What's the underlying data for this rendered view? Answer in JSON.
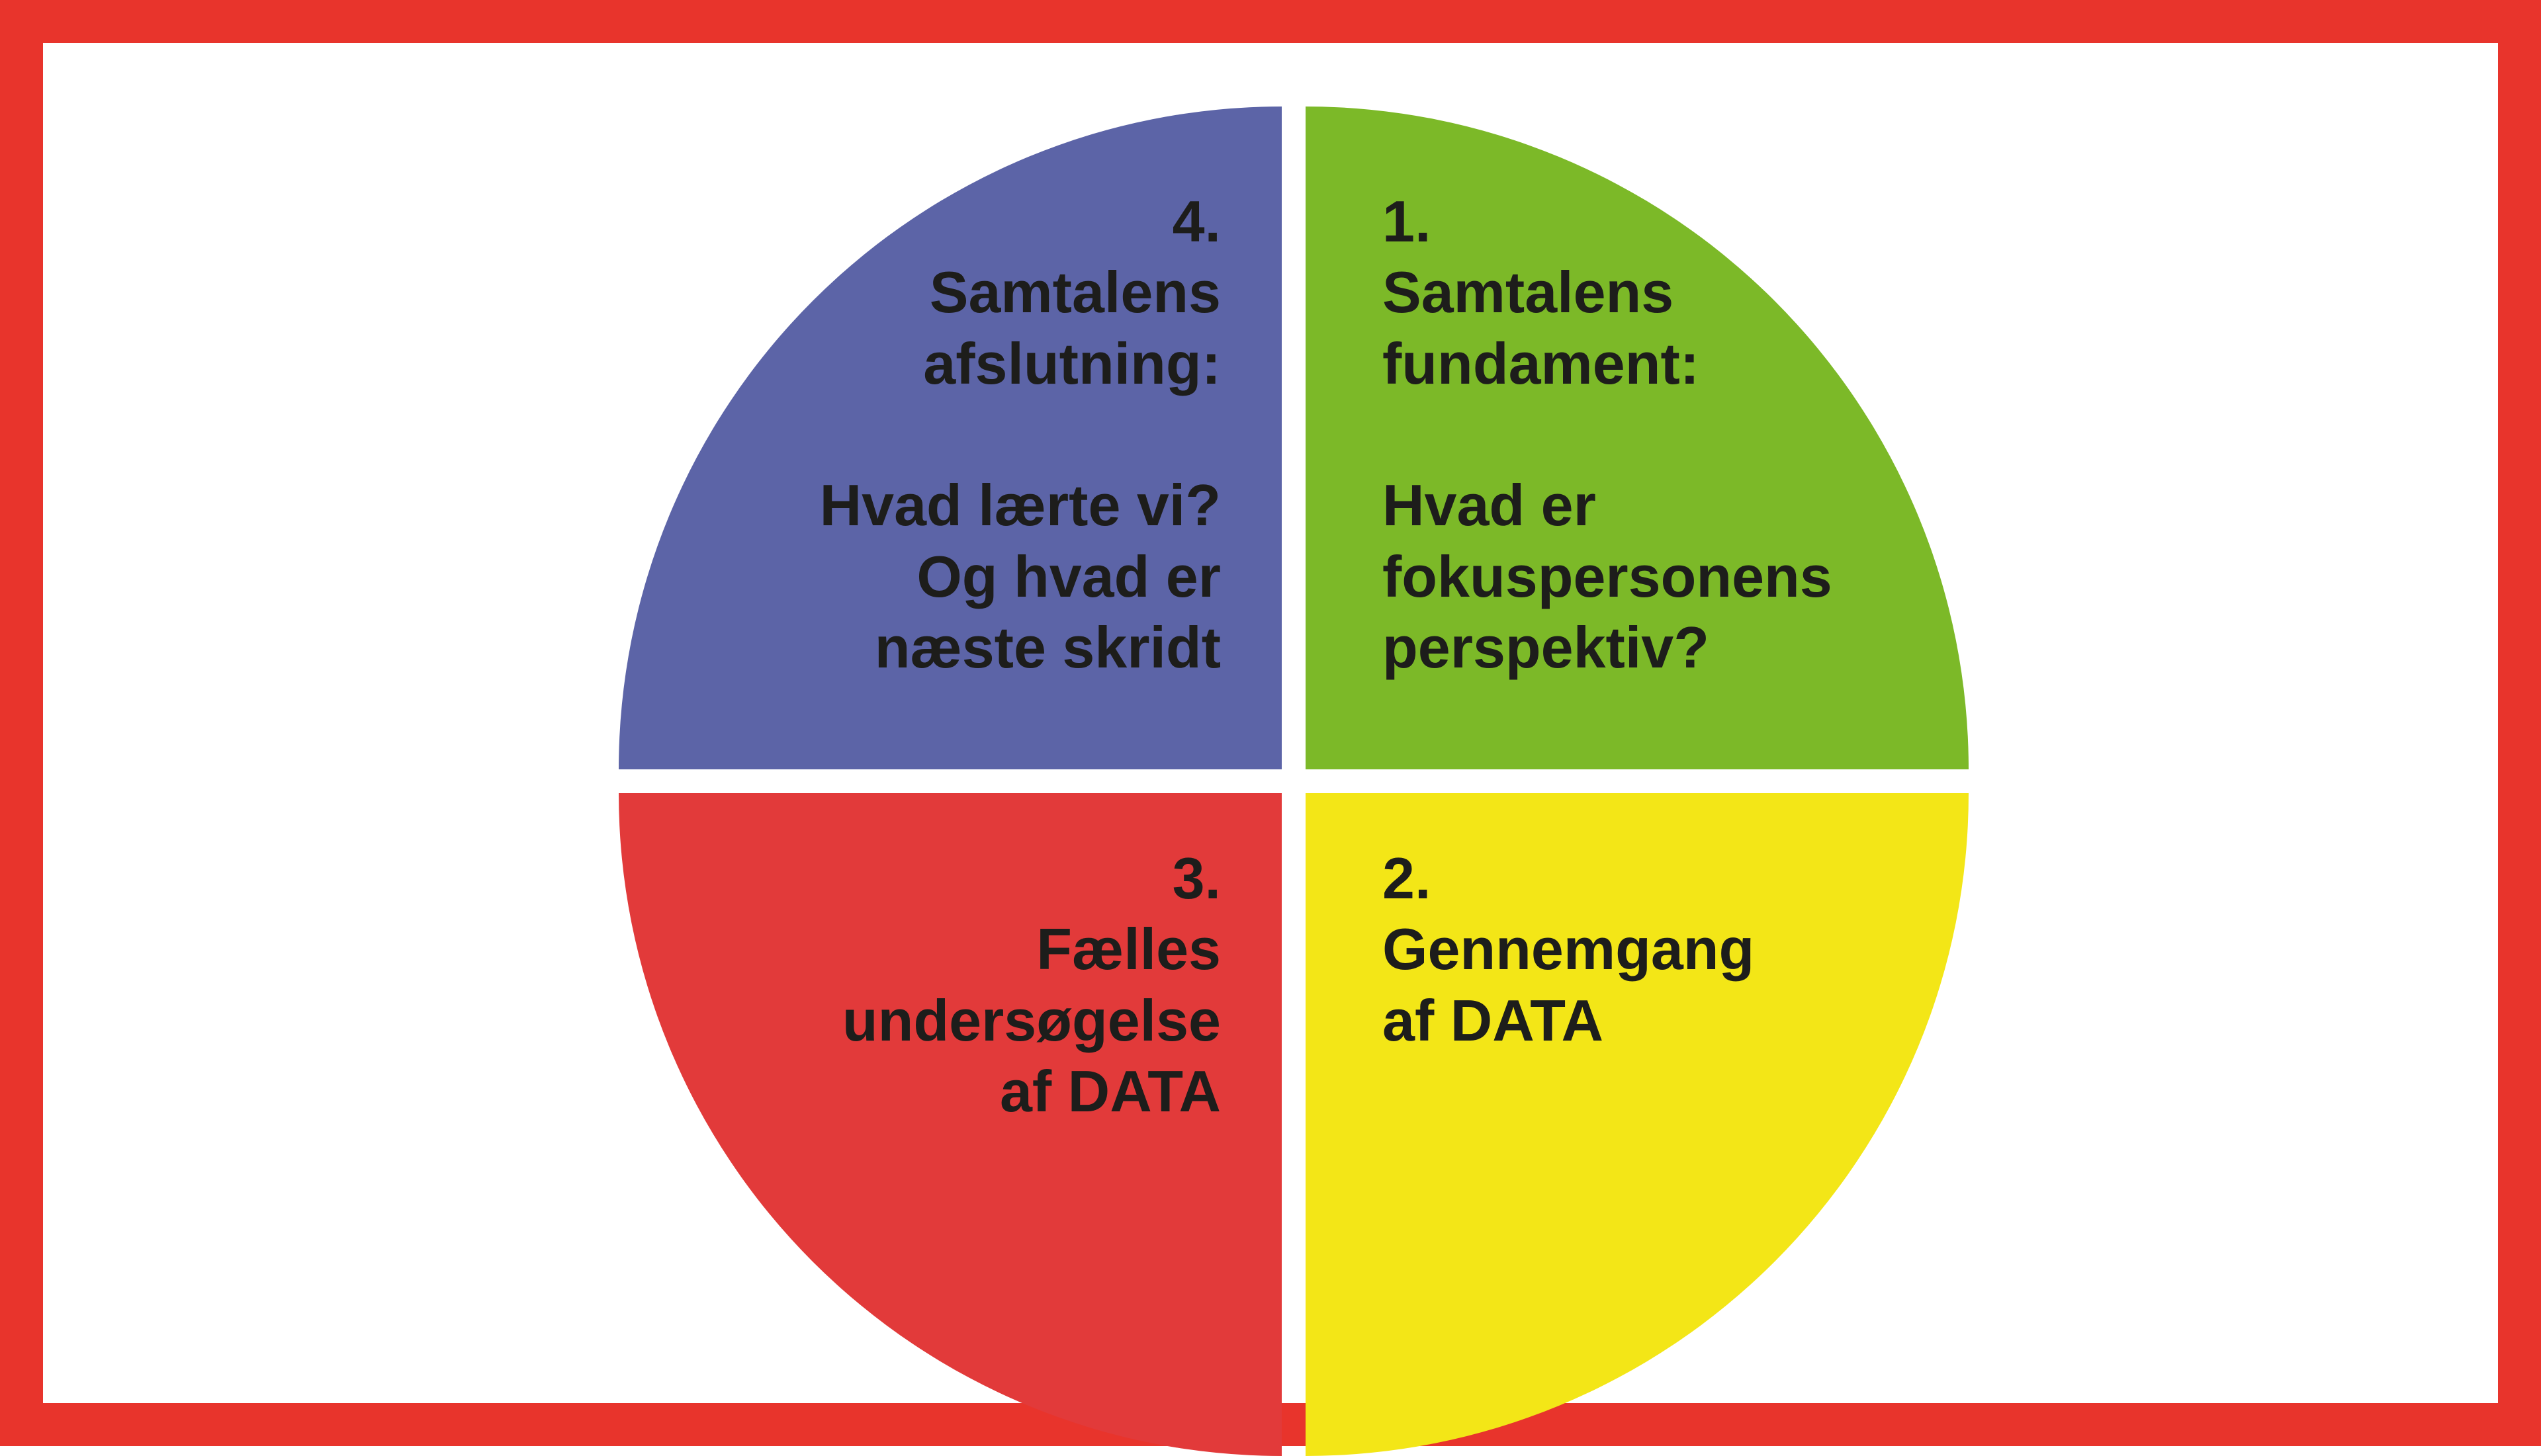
{
  "diagram": {
    "type": "four-quadrant-cycle",
    "frame_color": "#e8342c",
    "background_color": "#ffffff",
    "text_color": "#1d1d1b",
    "quadrants": [
      {
        "position": "top-right",
        "color": "#7cb928",
        "lines": [
          "1.",
          "Samtalens",
          "fundament:",
          "",
          "Hvad er",
          "fokuspersonens",
          "perspektiv?"
        ]
      },
      {
        "position": "bottom-right",
        "color": "#f3e617",
        "lines": [
          "2.",
          "Gennemgang",
          "af DATA"
        ]
      },
      {
        "position": "bottom-left",
        "color": "#e23a3a",
        "lines": [
          "3.",
          "Fælles",
          "undersøgelse",
          "af DATA"
        ]
      },
      {
        "position": "top-left",
        "color": "#5c64a7",
        "lines": [
          "4.",
          "Samtalens",
          "afslutning:",
          "",
          "Hvad lærte vi?",
          "Og hvad er",
          "næste skridt"
        ]
      }
    ]
  }
}
